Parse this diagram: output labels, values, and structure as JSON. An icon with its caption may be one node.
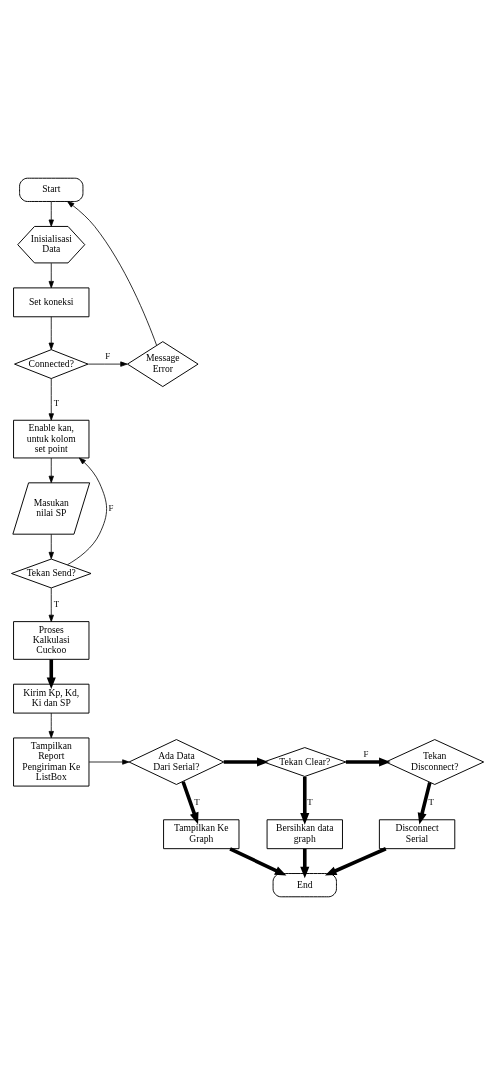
{
  "diagram": {
    "nodes": [
      {
        "text": [
          "Start"
        ]
      },
      {
        "text": [
          "Inisialisasi Data"
        ]
      },
      {
        "text": [
          "Set koneksi"
        ]
      },
      {
        "text": [
          "Connected?"
        ]
      },
      {
        "text": [
          "Message Error"
        ]
      },
      {
        "text": [
          "Enable kan, untuk kolom set point"
        ]
      },
      {
        "text": [
          "Masukan nilai SP"
        ]
      },
      {
        "text": [
          "Tekan Send?"
        ]
      },
      {
        "text": [
          "Proses Kalkulasi Cuckoo"
        ]
      },
      {
        "text": [
          "Kirim Kp, Kd, Ki dan SP"
        ]
      },
      {
        "text": [
          "Tampilkan Report Pengiriman Ke ListBox"
        ]
      },
      {
        "text": [
          "Ada Data Dari Serial?"
        ]
      },
      {
        "text": [
          "Tampilkan Ke Graph"
        ]
      },
      {
        "text": [
          "Tekan Clear?"
        ]
      },
      {
        "text": [
          "Bersihkan data graph"
        ]
      },
      {
        "text": [
          "Tekan Disconnect?"
        ]
      },
      {
        "text": [
          "Disconnect Serial"
        ]
      },
      {
        "text": [
          "End"
        ]
      }
    ],
    "edges": [
      {
        "from": 0,
        "to": 1,
        "arrow": "to"
      },
      {
        "from": 1,
        "to": 2,
        "arrow": "to"
      },
      {
        "from": 2,
        "to": 3,
        "arrow": "to"
      },
      {
        "from": 3,
        "to": 4,
        "arrow": "to",
        "label": "F"
      },
      {
        "from": 4,
        "to": 0,
        "arrow": "to"
      },
      {
        "from": 3,
        "to": 5,
        "arrow": "to",
        "label": "T"
      },
      {
        "from": 5,
        "to": 6,
        "arrow": "to"
      },
      {
        "from": 6,
        "to": 7,
        "arrow": "to"
      },
      {
        "from": 7,
        "to": 5,
        "arrow": "to",
        "label": "F"
      },
      {
        "from": 7,
        "to": 8,
        "arrow": "to",
        "label": "T"
      },
      {
        "from": 8,
        "to": 9,
        "arrow": "to",
        "style": "thick"
      },
      {
        "from": 9,
        "to": 10,
        "arrow": "to"
      },
      {
        "from": 10,
        "to": 11,
        "arrow": "to"
      },
      {
        "from": 11,
        "to": 12,
        "arrow": "to",
        "label": "T",
        "style": "thick"
      },
      {
        "from": 12,
        "to": 17,
        "arrow": "to",
        "style": "thick"
      },
      {
        "from": 11,
        "to": 13,
        "arrow": "to",
        "style": "thick"
      },
      {
        "from": 13,
        "to": 14,
        "arrow": "to",
        "label": "T",
        "style": "thick"
      },
      {
        "from": 14,
        "to": 17,
        "arrow": "to",
        "style": "thick"
      },
      {
        "from": 13,
        "to": 15,
        "arrow": "to",
        "label": "F",
        "style": "thick"
      },
      {
        "from": 15,
        "to": 16,
        "arrow": "to",
        "label": "T",
        "style": "thick"
      },
      {
        "from": 16,
        "to": 17,
        "arrow": "to",
        "style": "thick"
      }
    ]
  }
}
